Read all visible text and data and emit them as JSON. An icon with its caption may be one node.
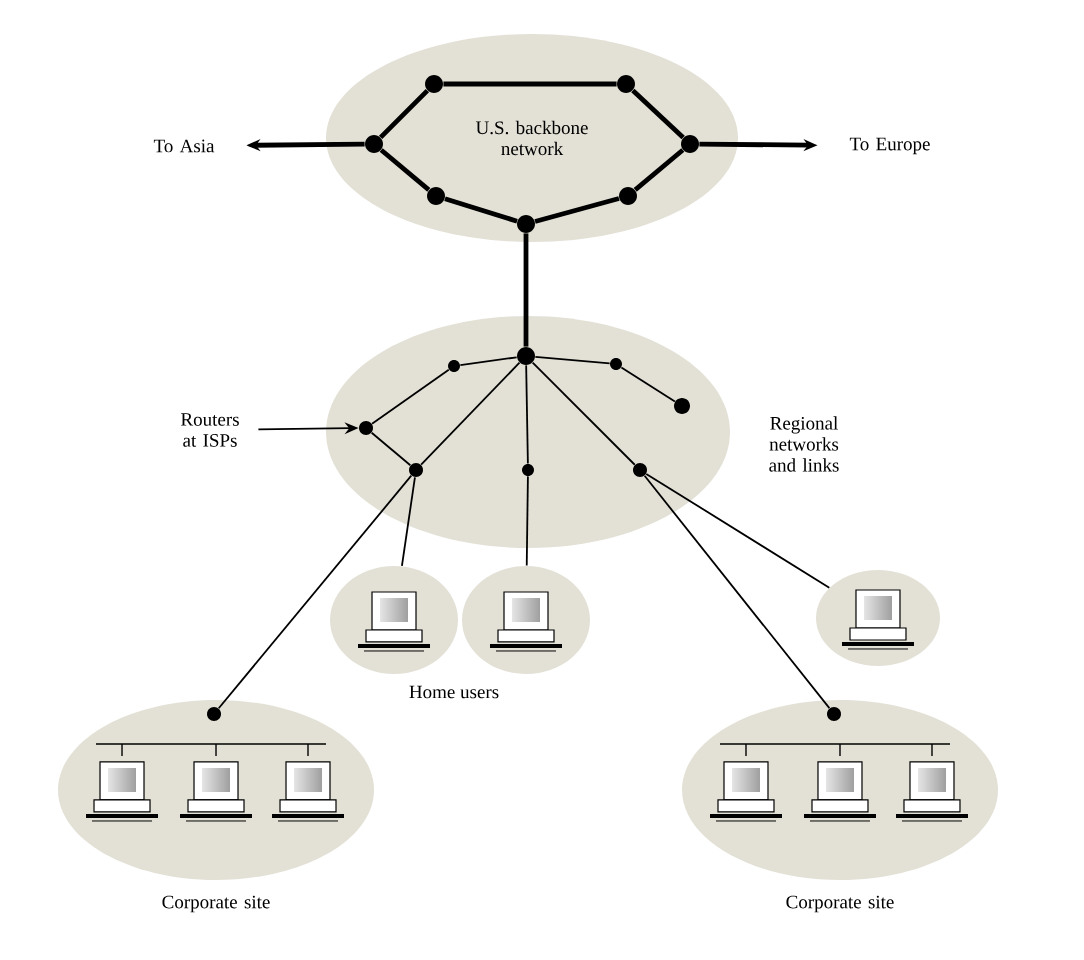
{
  "diagram": {
    "nodes": [
      {
        "text": [
          "U.S. backbone network"
        ]
      },
      {
        "text": [],
        "shape": "circle",
        "in": 0
      },
      {
        "text": [],
        "shape": "circle",
        "in": 0
      },
      {
        "text": [],
        "shape": "circle",
        "in": 0
      },
      {
        "text": [],
        "shape": "circle",
        "in": 0
      },
      {
        "text": [],
        "shape": "circle",
        "in": 0
      },
      {
        "text": [],
        "shape": "circle",
        "in": 0
      },
      {
        "text": [],
        "shape": "circle",
        "in": 0
      },
      {
        "text": [
          "To Asia"
        ]
      },
      {
        "text": [
          "To Europe"
        ]
      },
      {
        "text": [
          "Regional networks and links"
        ]
      },
      {
        "text": [],
        "shape": "circle",
        "in": 10
      },
      {
        "text": [],
        "shape": "circle",
        "in": 10
      },
      {
        "text": [],
        "shape": "circle",
        "in": 10
      },
      {
        "text": [],
        "shape": "circle",
        "in": 10
      },
      {
        "text": [],
        "shape": "circle",
        "in": 10
      },
      {
        "text": [],
        "shape": "circle",
        "in": 10
      },
      {
        "text": [],
        "shape": "circle",
        "in": 10
      },
      {
        "text": [],
        "shape": "circle",
        "in": 10
      },
      {
        "text": [
          "Routers at ISPs"
        ]
      },
      {
        "text": [],
        "shape": "picture"
      },
      {
        "text": [],
        "shape": "picture"
      },
      {
        "text": [],
        "shape": "picture"
      },
      {
        "text": [
          "Corporate site"
        ]
      },
      {
        "text": [
          "Corporate site"
        ]
      },
      {
        "text": [],
        "shape": "circle",
        "in": 23
      },
      {
        "text": [],
        "shape": "circle",
        "in": 24
      }
    ],
    "edges": [
      {
        "from": 1,
        "to": 2,
        "arrow": "none",
        "style": "thick"
      },
      {
        "from": 2,
        "to": 4,
        "arrow": "none",
        "style": "thick"
      },
      {
        "from": 4,
        "to": 6,
        "arrow": "none",
        "style": "thick"
      },
      {
        "from": 6,
        "to": 7,
        "arrow": "none",
        "style": "thick"
      },
      {
        "from": 7,
        "to": 5,
        "arrow": "none",
        "style": "thick"
      },
      {
        "from": 5,
        "to": 3,
        "arrow": "none",
        "style": "thick"
      },
      {
        "from": 3,
        "to": 1,
        "arrow": "none",
        "style": "thick"
      },
      {
        "from": 3,
        "to": 8,
        "arrow": "to",
        "style": "thick"
      },
      {
        "from": 4,
        "to": 9,
        "arrow": "to",
        "style": "thick"
      },
      {
        "from": 7,
        "to": 11,
        "arrow": "none",
        "style": "thick"
      },
      {
        "from": 11,
        "to": 12,
        "arrow": "none"
      },
      {
        "from": 12,
        "to": 14,
        "arrow": "none"
      },
      {
        "from": 11,
        "to": 16,
        "arrow": "none"
      },
      {
        "from": 14,
        "to": 16,
        "arrow": "none"
      },
      {
        "from": 11,
        "to": 17,
        "arrow": "none"
      },
      {
        "from": 11,
        "to": 13,
        "arrow": "none"
      },
      {
        "from": 13,
        "to": 15,
        "arrow": "none"
      },
      {
        "from": 11,
        "to": 18,
        "arrow": "none"
      },
      {
        "from": 16,
        "to": 20,
        "arrow": "none"
      },
      {
        "from": 16,
        "to": 25,
        "arrow": "none"
      },
      {
        "from": 17,
        "to": 21,
        "arrow": "none"
      },
      {
        "from": 18,
        "to": 22,
        "arrow": "none"
      },
      {
        "from": 18,
        "to": 26,
        "arrow": "none"
      },
      {
        "from": 19,
        "to": 14,
        "arrow": "to"
      }
    ],
    "labels": [
      "Home users"
    ]
  }
}
